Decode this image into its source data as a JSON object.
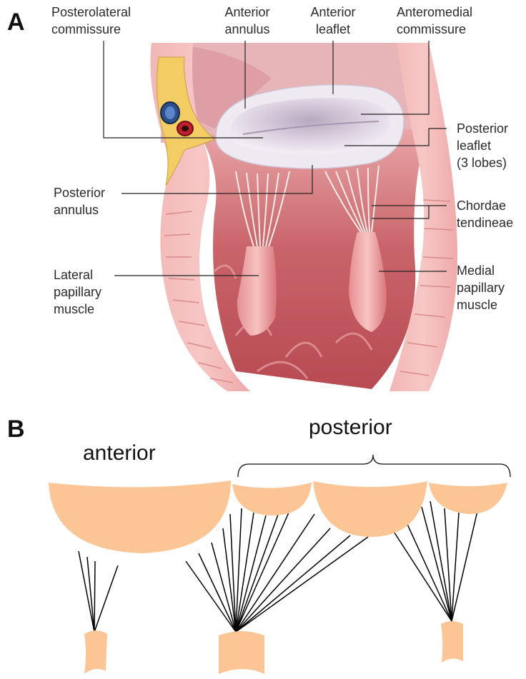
{
  "panel_a": {
    "letter": "A",
    "labels": {
      "posterolateral_commissure": [
        "Posterolateral",
        "commissure"
      ],
      "anterior_annulus": [
        "Anterior",
        "annulus"
      ],
      "anterior_leaflet": [
        "Anterior",
        "leaflet"
      ],
      "anteromedial_commissure": [
        "Anteromedial",
        "commissure"
      ],
      "posterior_leaflet": [
        "Posterior",
        "leaflet",
        "(3 lobes)"
      ],
      "posterior_annulus": [
        "Posterior",
        "annulus"
      ],
      "chordae_tendineae": [
        "Chordae",
        "tendineae"
      ],
      "lateral_papillary_muscle": [
        "Lateral",
        "papillary",
        "muscle"
      ],
      "medial_papillary_muscle": [
        "Medial",
        "papillary",
        "muscle"
      ]
    }
  },
  "panel_b": {
    "letter": "B",
    "anterior_label": "anterior",
    "posterior_label": "posterior",
    "leaflet_color": "#fcc595"
  }
}
